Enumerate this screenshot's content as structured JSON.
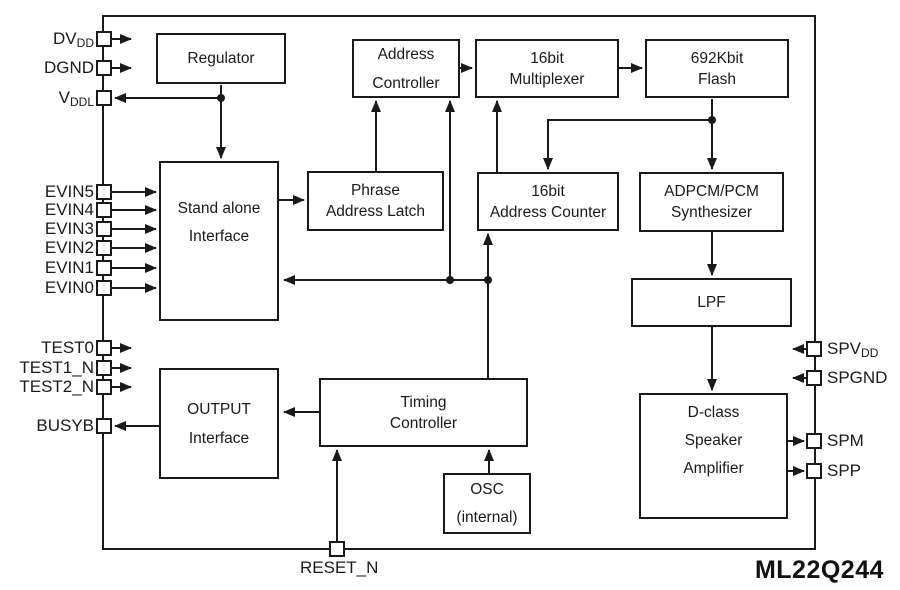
{
  "chip_label": "ML22Q244",
  "colors": {
    "line": "#1a1a1a",
    "background": "#ffffff"
  },
  "blocks": {
    "regulator": {
      "lines": [
        "Regulator"
      ]
    },
    "address_controller": {
      "lines": [
        "Address",
        "Controller"
      ]
    },
    "multiplexer": {
      "lines": [
        "16bit",
        "Multiplexer"
      ]
    },
    "flash": {
      "lines": [
        "692Kbit",
        "Flash"
      ]
    },
    "standalone_interface": {
      "lines": [
        "Stand alone",
        "Interface"
      ]
    },
    "phrase_address_latch": {
      "lines": [
        "Phrase",
        "Address Latch"
      ]
    },
    "address_counter": {
      "lines": [
        "16bit",
        "Address Counter"
      ]
    },
    "adpcm_synthesizer": {
      "lines": [
        "ADPCM/PCM",
        "Synthesizer"
      ]
    },
    "lpf": {
      "lines": [
        "LPF"
      ]
    },
    "timing_controller": {
      "lines": [
        "Timing",
        "Controller"
      ]
    },
    "output_interface": {
      "lines": [
        "OUTPUT",
        "Interface"
      ]
    },
    "osc": {
      "lines": [
        "OSC",
        "(internal)"
      ]
    },
    "dclass_amplifier": {
      "lines": [
        "D-class",
        "Speaker",
        "Amplifier"
      ]
    }
  },
  "pins": {
    "dvdd": {
      "text": "DV",
      "sub": "DD"
    },
    "dgnd": {
      "text": "DGND",
      "sub": ""
    },
    "vddl": {
      "text": "V",
      "sub": "DDL"
    },
    "evin5": {
      "text": "EVIN5"
    },
    "evin4": {
      "text": "EVIN4"
    },
    "evin3": {
      "text": "EVIN3"
    },
    "evin2": {
      "text": "EVIN2"
    },
    "evin1": {
      "text": "EVIN1"
    },
    "evin0": {
      "text": "EVIN0"
    },
    "test0": {
      "text": "TEST0"
    },
    "test1_n": {
      "text": "TEST1_N"
    },
    "test2_n": {
      "text": "TEST2_N"
    },
    "busyb": {
      "text": "BUSYB"
    },
    "spvdd": {
      "text": "SPV",
      "sub": "DD"
    },
    "spgnd": {
      "text": "SPGND",
      "sub": ""
    },
    "spm": {
      "text": "SPM"
    },
    "spp": {
      "text": "SPP"
    },
    "reset_n": {
      "text": "RESET_N"
    }
  }
}
